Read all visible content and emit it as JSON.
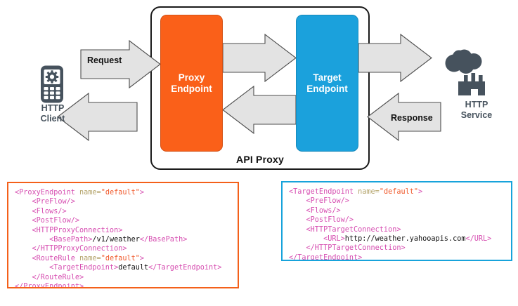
{
  "diagram": {
    "container": {
      "label": "API Proxy"
    },
    "endpoints": [
      {
        "id": "proxy-endpoint",
        "line1": "Proxy",
        "line2": "Endpoint",
        "color": "#fa6019"
      },
      {
        "id": "target-endpoint",
        "line1": "Target",
        "line2": "Endpoint",
        "color": "#1ba1dc"
      }
    ],
    "actors": [
      {
        "id": "http-client",
        "icon": "mobile-phone-icon",
        "line1": "HTTP",
        "line2": "Client",
        "color": "#46525d"
      },
      {
        "id": "http-service",
        "icon": "factory-cloud-icon",
        "line1": "HTTP",
        "line2": "Service",
        "color": "#46525d"
      }
    ],
    "flow_labels": [
      {
        "id": "request",
        "text": "Request"
      },
      {
        "id": "response",
        "text": "Response"
      }
    ],
    "arrow_fill": "#e3e3e3",
    "arrow_stroke": "#4d4d4d"
  },
  "code_panels": [
    {
      "id": "proxy-endpoint-config",
      "border_color": "#f4601a",
      "lines": [
        [
          {
            "t": "<ProxyEndpoint ",
            "c": "tag"
          },
          {
            "t": "name=",
            "c": "attr"
          },
          {
            "t": "\"default\"",
            "c": "val"
          },
          {
            "t": ">",
            "c": "tag"
          }
        ],
        [
          {
            "t": "    <PreFlow/>",
            "c": "tag"
          }
        ],
        [
          {
            "t": "    <Flows/>",
            "c": "tag"
          }
        ],
        [
          {
            "t": "    <PostFlow/>",
            "c": "tag"
          }
        ],
        [
          {
            "t": "    <HTTPProxyConnection>",
            "c": "tag"
          }
        ],
        [
          {
            "t": "        <BasePath>",
            "c": "tag"
          },
          {
            "t": "/v1/weather",
            "c": "txt"
          },
          {
            "t": "</BasePath>",
            "c": "tag"
          }
        ],
        [
          {
            "t": "    </HTTPProxyConnection>",
            "c": "tag"
          }
        ],
        [
          {
            "t": "    <RouteRule ",
            "c": "tag"
          },
          {
            "t": "name=",
            "c": "attr"
          },
          {
            "t": "\"default\"",
            "c": "val"
          },
          {
            "t": ">",
            "c": "tag"
          }
        ],
        [
          {
            "t": "        <TargetEndpoint>",
            "c": "tag"
          },
          {
            "t": "default",
            "c": "txt"
          },
          {
            "t": "</TargetEndpoint>",
            "c": "tag"
          }
        ],
        [
          {
            "t": "    </RouteRule>",
            "c": "tag"
          }
        ],
        [
          {
            "t": "</ProxyEndpoint>",
            "c": "tag"
          }
        ]
      ]
    },
    {
      "id": "target-endpoint-config",
      "border_color": "#17a3db",
      "lines": [
        [
          {
            "t": "<TargetEndpoint ",
            "c": "tag"
          },
          {
            "t": "name=",
            "c": "attr"
          },
          {
            "t": "\"default\"",
            "c": "val"
          },
          {
            "t": ">",
            "c": "tag"
          }
        ],
        [
          {
            "t": "    <PreFlow/>",
            "c": "tag"
          }
        ],
        [
          {
            "t": "    <Flows/>",
            "c": "tag"
          }
        ],
        [
          {
            "t": "    <PostFlow/>",
            "c": "tag"
          }
        ],
        [
          {
            "t": "    <HTTPTargetConnection>",
            "c": "tag"
          }
        ],
        [
          {
            "t": "        <URL>",
            "c": "tag"
          },
          {
            "t": "http://weather.yahooapis.com",
            "c": "txt"
          },
          {
            "t": "</URL>",
            "c": "tag"
          }
        ],
        [
          {
            "t": "    </HTTPTargetConnection>",
            "c": "tag"
          }
        ],
        [
          {
            "t": "</TargetEndpoint>",
            "c": "tag"
          }
        ]
      ]
    }
  ]
}
